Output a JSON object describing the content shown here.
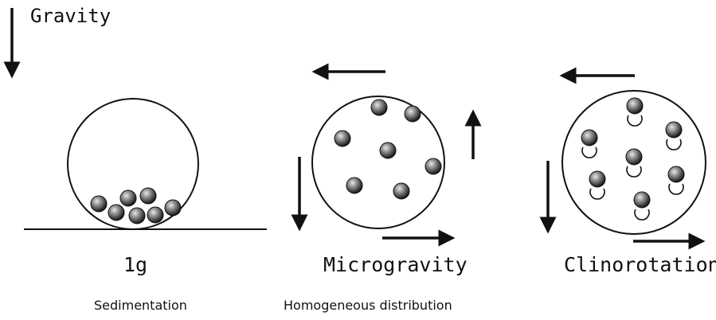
{
  "gravity_label": "Gravity",
  "panels": [
    {
      "condition": "1g",
      "description": "Sedimentation"
    },
    {
      "condition": "Microgravity",
      "description": "Homogeneous distribution"
    },
    {
      "condition": "Clinorotation",
      "description": ""
    }
  ],
  "colors": {
    "ink": "#111111",
    "background": "#ffffff",
    "sphere_highlight": "#e0e0e0",
    "sphere_dark": "#1a1a1a"
  },
  "icons": {
    "gravity_arrow": "arrow-down-icon",
    "rotation_arrows": [
      "arrow-left-icon",
      "arrow-up-icon",
      "arrow-down-icon",
      "arrow-right-icon"
    ]
  }
}
